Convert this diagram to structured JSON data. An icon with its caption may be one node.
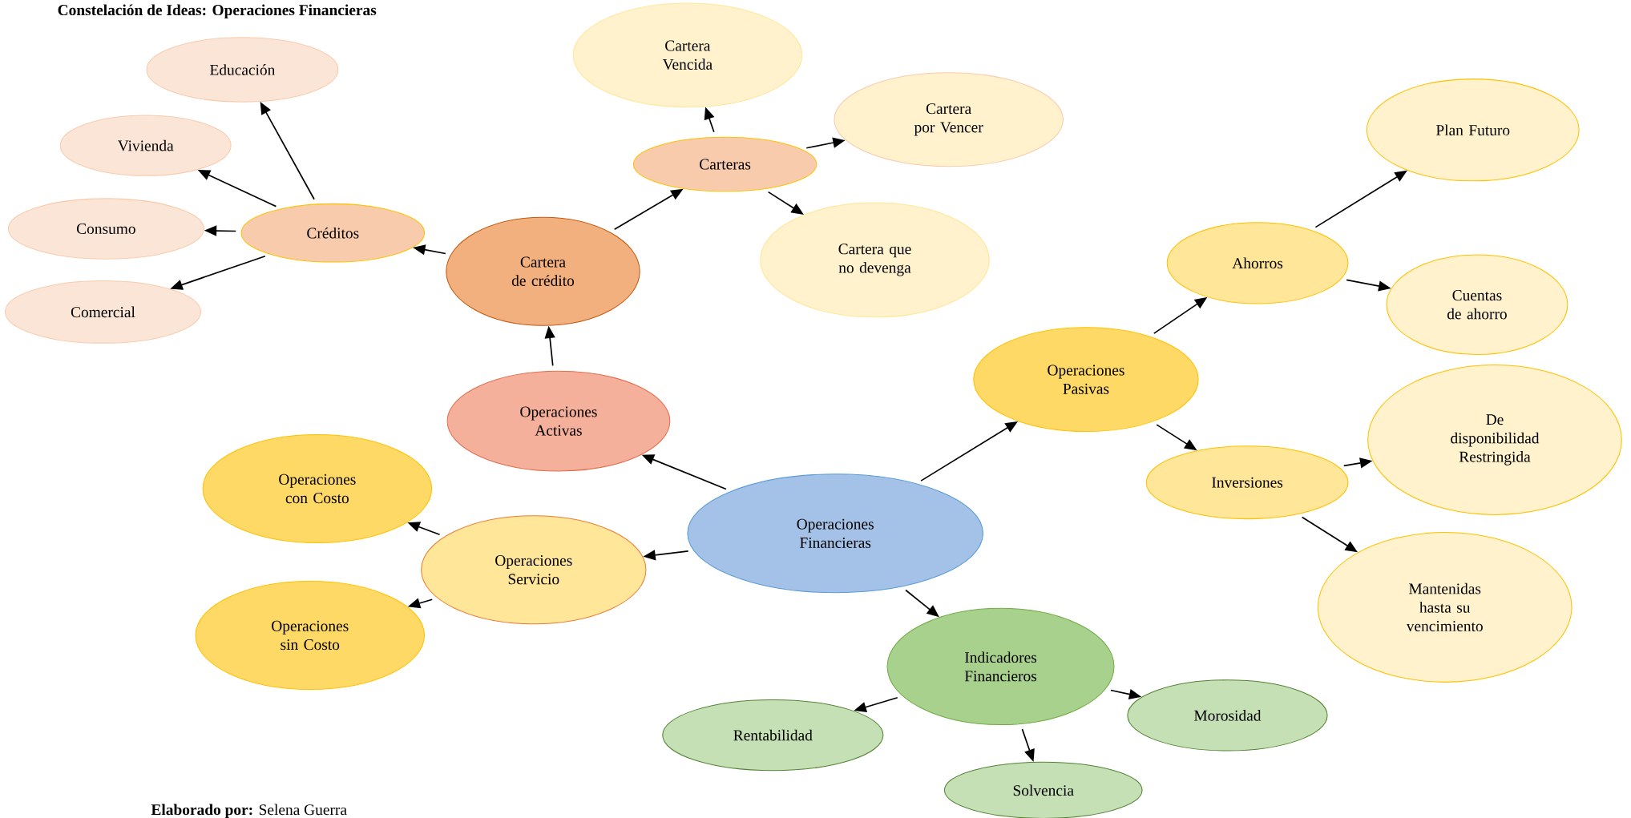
{
  "diagram": {
    "title": "Constelación de Ideas: Operaciones Financieras",
    "nodes": [
      {
        "text": [
          "Operaciones Financieras"
        ]
      },
      {
        "text": [
          "Operaciones Activas"
        ]
      },
      {
        "text": [
          "Cartera de crédito"
        ]
      },
      {
        "text": [
          "Créditos"
        ]
      },
      {
        "text": [
          "Educación"
        ]
      },
      {
        "text": [
          "Vivienda"
        ]
      },
      {
        "text": [
          "Consumo"
        ]
      },
      {
        "text": [
          "Comercial"
        ]
      },
      {
        "text": [
          "Carteras"
        ]
      },
      {
        "text": [
          "Cartera Vencida"
        ]
      },
      {
        "text": [
          "Cartera por Vencer"
        ]
      },
      {
        "text": [
          "Cartera que no devenga"
        ]
      },
      {
        "text": [
          "Operaciones Servicio"
        ]
      },
      {
        "text": [
          "Operaciones con Costo"
        ]
      },
      {
        "text": [
          "Operaciones sin Costo"
        ]
      },
      {
        "text": [
          "Operaciones Pasivas"
        ]
      },
      {
        "text": [
          "Ahorros"
        ]
      },
      {
        "text": [
          "Plan Futuro"
        ]
      },
      {
        "text": [
          "Cuentas de ahorro"
        ]
      },
      {
        "text": [
          "Inversiones"
        ]
      },
      {
        "text": [
          "De disponibilidad Restringida"
        ]
      },
      {
        "text": [
          "Mantenidas hasta su vencimiento"
        ]
      },
      {
        "text": [
          "Indicadores Financieros"
        ]
      },
      {
        "text": [
          "Rentabilidad"
        ]
      },
      {
        "text": [
          "Solvencia"
        ]
      },
      {
        "text": [
          "Morosidad"
        ]
      }
    ],
    "edges": [
      {
        "from": 0,
        "to": 1,
        "arrow": "to"
      },
      {
        "from": 1,
        "to": 2,
        "arrow": "to"
      },
      {
        "from": 2,
        "to": 3,
        "arrow": "to"
      },
      {
        "from": 3,
        "to": 4,
        "arrow": "to"
      },
      {
        "from": 3,
        "to": 5,
        "arrow": "to"
      },
      {
        "from": 3,
        "to": 6,
        "arrow": "to"
      },
      {
        "from": 3,
        "to": 7,
        "arrow": "to"
      },
      {
        "from": 2,
        "to": 8,
        "arrow": "to"
      },
      {
        "from": 8,
        "to": 9,
        "arrow": "to"
      },
      {
        "from": 8,
        "to": 10,
        "arrow": "to"
      },
      {
        "from": 8,
        "to": 11,
        "arrow": "to"
      },
      {
        "from": 0,
        "to": 12,
        "arrow": "to"
      },
      {
        "from": 12,
        "to": 13,
        "arrow": "to"
      },
      {
        "from": 12,
        "to": 14,
        "arrow": "to"
      },
      {
        "from": 0,
        "to": 15,
        "arrow": "to"
      },
      {
        "from": 15,
        "to": 16,
        "arrow": "to"
      },
      {
        "from": 16,
        "to": 17,
        "arrow": "to"
      },
      {
        "from": 16,
        "to": 18,
        "arrow": "to"
      },
      {
        "from": 15,
        "to": 19,
        "arrow": "to"
      },
      {
        "from": 19,
        "to": 20,
        "arrow": "to"
      },
      {
        "from": 19,
        "to": 21,
        "arrow": "to"
      },
      {
        "from": 0,
        "to": 22,
        "arrow": "to"
      },
      {
        "from": 22,
        "to": 23,
        "arrow": "to"
      },
      {
        "from": 22,
        "to": 24,
        "arrow": "to"
      },
      {
        "from": 22,
        "to": 25,
        "arrow": "to"
      }
    ],
    "labels": [
      "**Elaborado por:** Selena Guerra"
    ]
  }
}
